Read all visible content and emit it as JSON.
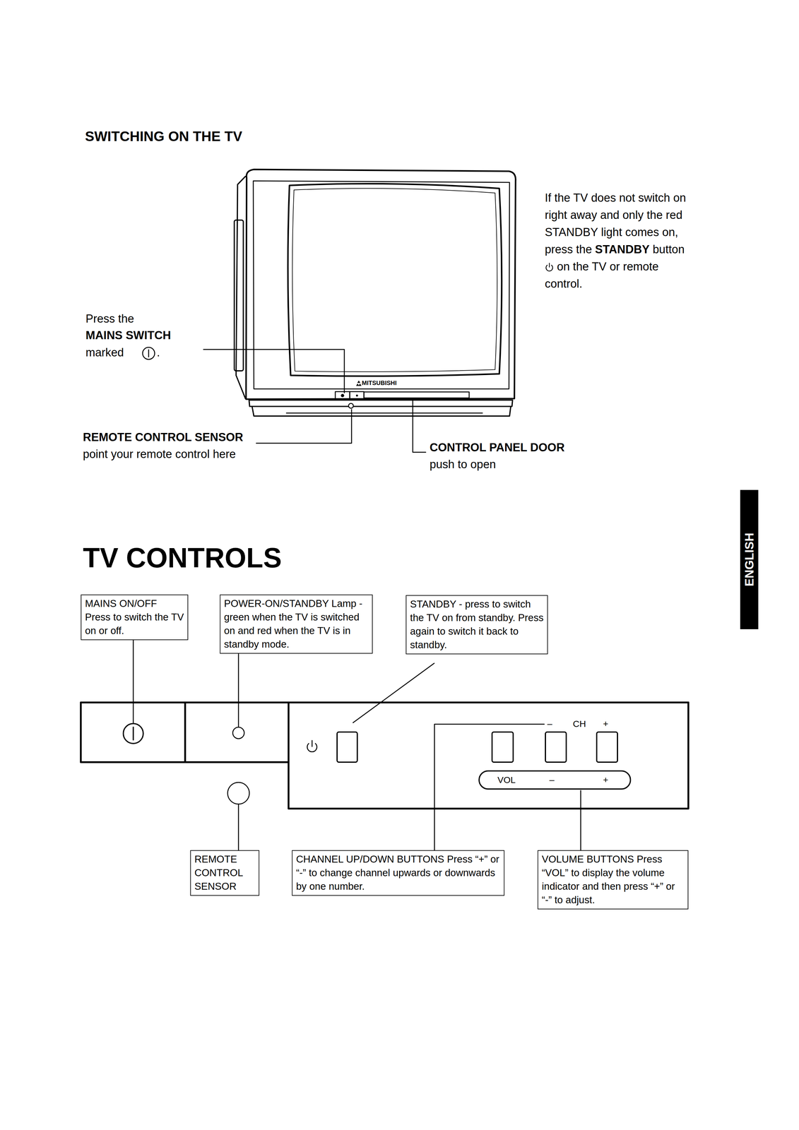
{
  "diagram": {
    "title": "TV CONTROLS",
    "nodes": [
      {
        "text": [
          "MAINS ON/OFF Press to switch the TV on or off."
        ]
      },
      {
        "text": [
          "POWER-ON/STANDBY Lamp - green when the TV is switched on and red when the TV is in standby mode."
        ]
      },
      {
        "text": [
          "STANDBY - press to switch the TV on from standby. Press again to switch it back to standby."
        ]
      },
      {
        "text": [
          "REMOTE CONTROL SENSOR"
        ]
      },
      {
        "text": [
          "CHANNEL UP/DOWN BUTTONS Press “+” or “-” to change channel upwards or downwards by one number."
        ]
      },
      {
        "text": [
          "VOLUME BUTTONS Press “VOL” to display the volume indicator and then press “+” or “-” to adjust."
        ]
      }
    ],
    "labels": [
      "SWITCHING ON THE TV",
      "Press the",
      "MAINS SWITCH",
      "marked",
      ".",
      "If the TV does not switch on right away and only the red STANDBY light comes on, press the",
      "STANDBY",
      "button",
      "on the TV or remote control.",
      "MITSUBISHI",
      "REMOTE CONTROL SENSOR",
      "point your remote control here",
      "CONTROL PANEL DOOR",
      "push to open",
      "–",
      "CH",
      "+",
      "VOL",
      "–",
      "+",
      "ENGLISH"
    ]
  }
}
